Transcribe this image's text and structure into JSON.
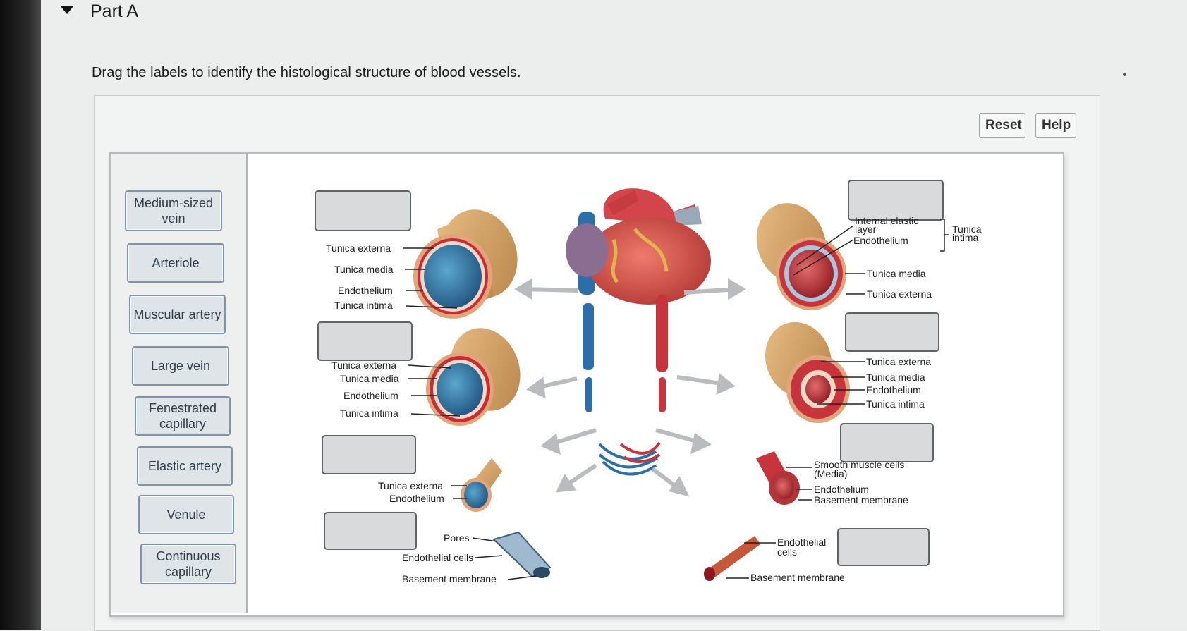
{
  "part": {
    "title": "Part A"
  },
  "question": {
    "instructions": "Drag the labels to identify the histological structure of blood vessels."
  },
  "toolbar": {
    "reset_label": "Reset",
    "help_label": "Help"
  },
  "label_bank": [
    {
      "text": "Medium-sized\nvein"
    },
    {
      "text": "Arteriole"
    },
    {
      "text": "Muscular artery"
    },
    {
      "text": "Large vein"
    },
    {
      "text": "Fenestrated\ncapillary"
    },
    {
      "text": "Elastic artery"
    },
    {
      "text": "Venule"
    },
    {
      "text": "Continuous\ncapillary"
    }
  ],
  "diagram_labels": {
    "vein1": [
      "Tunica externa",
      "Tunica media",
      "Endothelium",
      "Tunica intima"
    ],
    "vein2": [
      "Tunica externa",
      "Tunica media",
      "Endothelium",
      "Tunica intima"
    ],
    "venule": [
      "Tunica externa",
      "Endothelium"
    ],
    "fen_cap": [
      "Pores",
      "Endothelial cells",
      "Basement membrane"
    ],
    "elastic_art": [
      "Internal elastic",
      "layer",
      "Endothelium",
      "Tunica",
      "intima",
      "Tunica media",
      "Tunica externa"
    ],
    "musc_art": [
      "Tunica externa",
      "Tunica media",
      "Endothelium",
      "Tunica intima"
    ],
    "arteriole": [
      "Smooth muscle cells",
      "(Media)",
      "Endothelium",
      "Basement membrane"
    ],
    "cont_cap": [
      "Endothelial",
      "cells",
      "Basement membrane"
    ]
  },
  "colors": {
    "vein_blue": "#2c6fa8",
    "artery_red": "#c8343b",
    "wall_tan": "#d9a56a",
    "lumen_red": "#b8242e"
  }
}
